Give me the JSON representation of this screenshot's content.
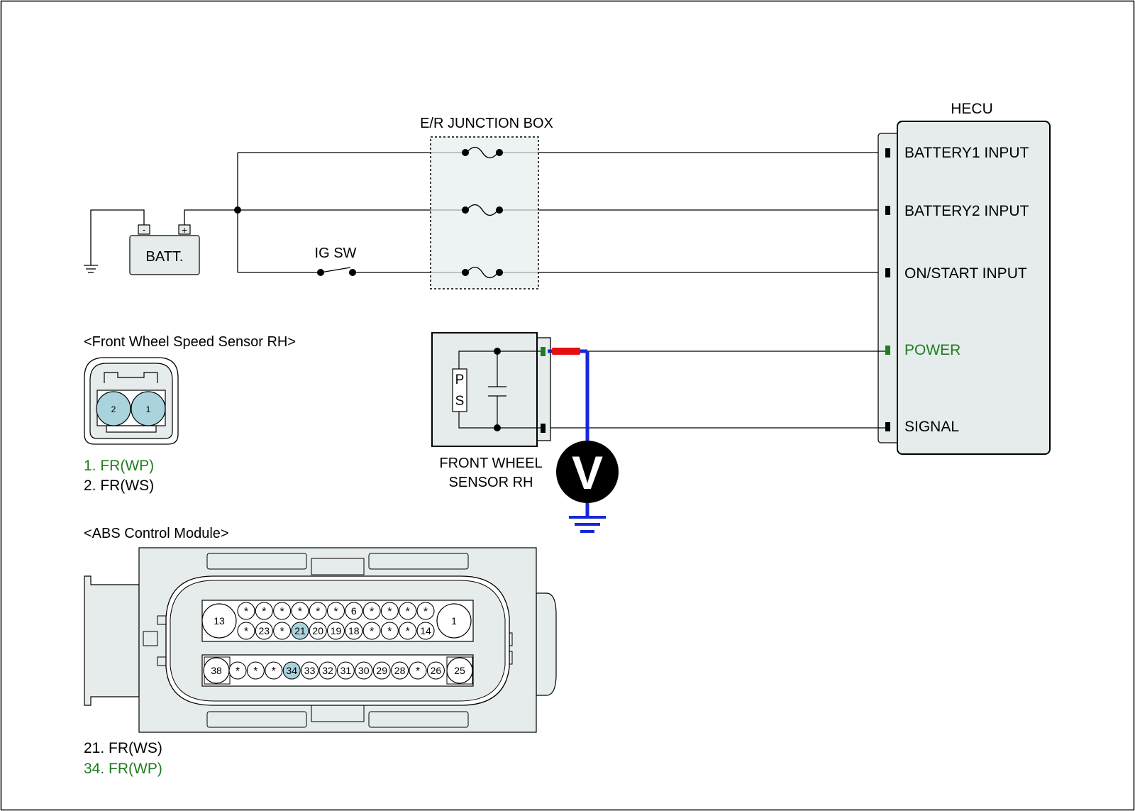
{
  "colors": {
    "wire": "#000000",
    "box_fill": "#e6ecec",
    "pin_highlight": "#a9d3dd",
    "power_green": "#1e7d1e",
    "meter_wire_blue": "#1727d8",
    "meter_probe_red": "#e41010",
    "meter_body": "#000000"
  },
  "battery": {
    "label": "BATT.",
    "neg": "-",
    "pos": "+"
  },
  "junction_box": {
    "title": "E/R JUNCTION BOX"
  },
  "ig_switch": {
    "label": "IG SW"
  },
  "hecu": {
    "title": "HECU",
    "pins": [
      {
        "label": "BATTERY1 INPUT",
        "highlight": false
      },
      {
        "label": "BATTERY2 INPUT",
        "highlight": false
      },
      {
        "label": "ON/START INPUT",
        "highlight": false
      },
      {
        "label": "POWER",
        "highlight": true
      },
      {
        "label": "SIGNAL",
        "highlight": false
      }
    ]
  },
  "sensor": {
    "title_line1": "FRONT WHEEL",
    "title_line2": "SENSOR RH",
    "element_p": "P",
    "element_s": "S"
  },
  "voltmeter": {
    "symbol": "V"
  },
  "wheel_connector": {
    "title": "<Front Wheel Speed Sensor RH>",
    "pins": [
      "2",
      "1"
    ],
    "legend": [
      {
        "text": "1. FR(WP)",
        "highlight": true
      },
      {
        "text": "2. FR(WS)",
        "highlight": false
      }
    ]
  },
  "abs_connector": {
    "title": "<ABS Control Module>",
    "row1_top": [
      "*",
      "*",
      "*",
      "*",
      "*",
      "*",
      "6",
      "*",
      "*",
      "*",
      "*"
    ],
    "row1_bottom": [
      "*",
      "23",
      "*",
      "21",
      "20",
      "19",
      "18",
      "*",
      "*",
      "*",
      "14"
    ],
    "row1_end_left": "13",
    "row1_end_right": "1",
    "row2": [
      "*",
      "*",
      "*",
      "34",
      "33",
      "32",
      "31",
      "30",
      "29",
      "28",
      "*",
      "26"
    ],
    "row2_end_left": "38",
    "row2_end_right": "25",
    "highlighted_pins": [
      "21",
      "34"
    ],
    "legend": [
      {
        "text": "21. FR(WS)",
        "highlight": false
      },
      {
        "text": "34. FR(WP)",
        "highlight": true
      }
    ]
  }
}
